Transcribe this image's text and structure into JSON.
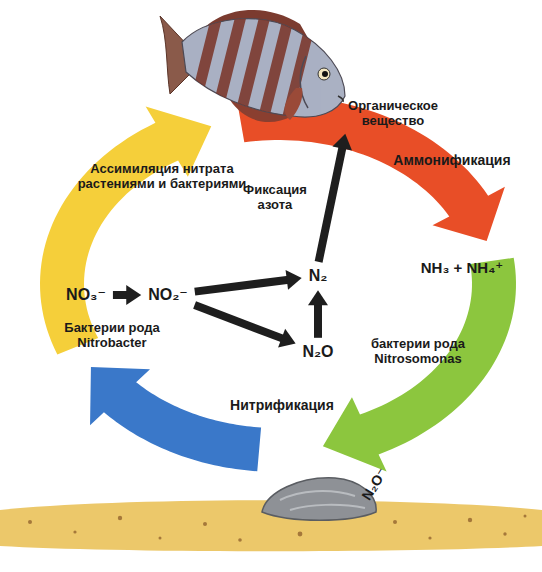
{
  "diagram": {
    "nodes": [
      {
        "text": [
          "Органическое вещество"
        ]
      },
      {
        "text": [
          "NO₃⁻"
        ]
      },
      {
        "text": [
          "NO₂⁻"
        ]
      },
      {
        "text": [
          "N₂"
        ]
      },
      {
        "text": [
          "NH₃ + NH₄⁺"
        ]
      },
      {
        "text": [
          "N₂O"
        ]
      }
    ],
    "edges": [
      {
        "from": 1,
        "to": 2,
        "arrow": "to"
      },
      {
        "from": 2,
        "to": 3,
        "arrow": "to"
      },
      {
        "from": 2,
        "to": 5,
        "arrow": "to"
      },
      {
        "from": 5,
        "to": 3,
        "arrow": "to"
      },
      {
        "from": 3,
        "to": 0,
        "label": "Фиксация азота",
        "arrow": "to"
      }
    ],
    "labels": [
      "Аммонификация",
      "Ассимиляция нитрата растениями и бактериями",
      "бактерии рода Nitrosomonas",
      "Бактерии рода Nitrobacter",
      "Нитрификация",
      "N₂O⁻"
    ]
  }
}
